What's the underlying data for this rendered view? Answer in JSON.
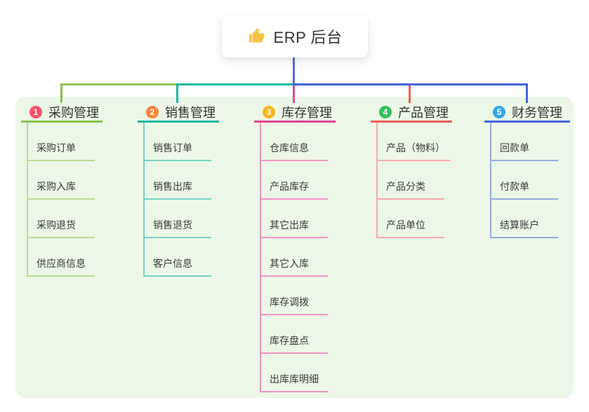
{
  "root": {
    "title": "ERP 后台",
    "icon": "thumbs-up",
    "icon_color": "#f6c344",
    "connector_color": "#5a68d7"
  },
  "panel": {
    "background": "#ecf7e7"
  },
  "text_color": "#333333",
  "branches": [
    {
      "index": "1",
      "title": "采购管理",
      "badge_color": "#f5526c",
      "line_color": "#8bc34c",
      "child_line_color": "#b9dd90",
      "children": [
        "采购订单",
        "采购入库",
        "采购退货",
        "供应商信息"
      ]
    },
    {
      "index": "2",
      "title": "销售管理",
      "badge_color": "#f9863b",
      "line_color": "#12b8a4",
      "child_line_color": "#74d2c6",
      "children": [
        "销售订单",
        "销售出库",
        "销售退货",
        "客户信息"
      ]
    },
    {
      "index": "3",
      "title": "库存管理",
      "badge_color": "#fbb31f",
      "line_color": "#e04496",
      "child_line_color": "#f194c5",
      "children": [
        "仓库信息",
        "产品库存",
        "其它出库",
        "其它入库",
        "库存调拨",
        "库存盘点",
        "出库库明细"
      ]
    },
    {
      "index": "4",
      "title": "产品管理",
      "badge_color": "#33c05f",
      "line_color": "#f45d5d",
      "child_line_color": "#f9abab",
      "children": [
        "产品（物料）",
        "产品分类",
        "产品单位"
      ]
    },
    {
      "index": "5",
      "title": "财务管理",
      "badge_color": "#31a6e8",
      "line_color": "#4365d5",
      "child_line_color": "#95abe3",
      "children": [
        "回款单",
        "付款单",
        "结算账户"
      ]
    }
  ]
}
